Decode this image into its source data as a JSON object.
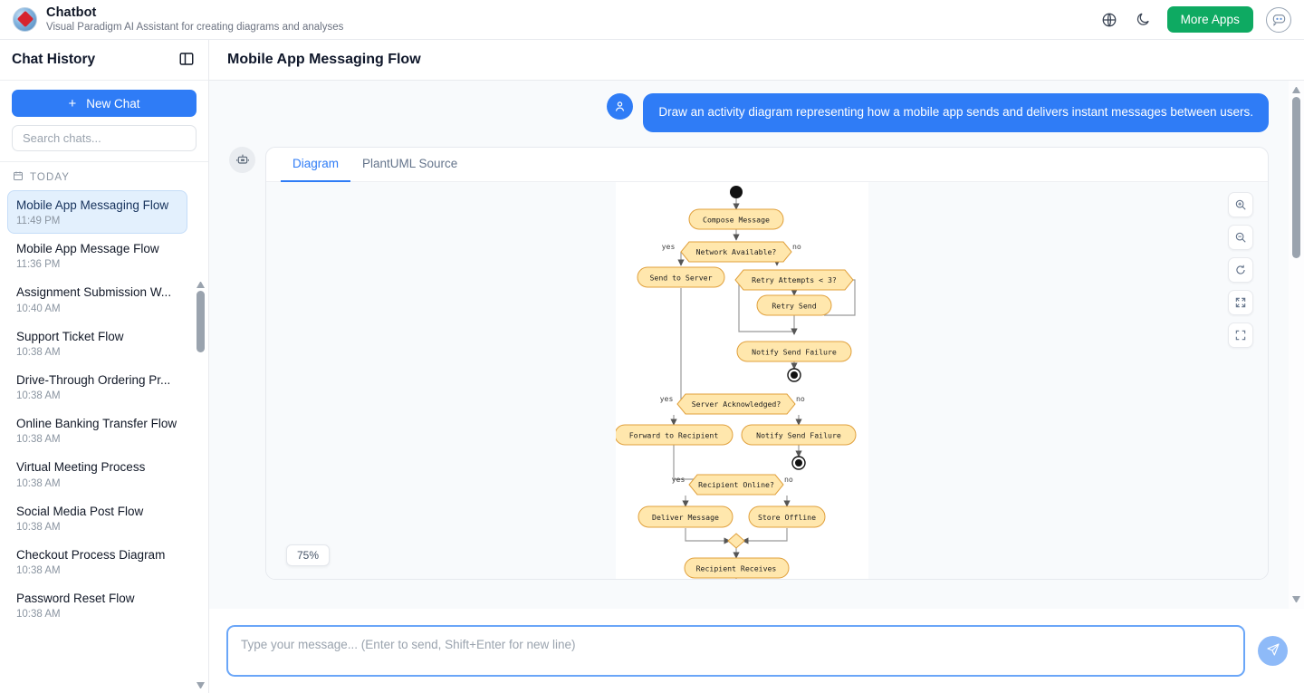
{
  "topbar": {
    "brand_title": "Chatbot",
    "brand_subtitle": "Visual Paradigm AI Assistant for creating diagrams and analyses",
    "logo_icon": "visual-paradigm-logo",
    "language_icon": "globe-icon",
    "theme_icon": "moon-icon",
    "more_apps_label": "More Apps",
    "avatar_icon": "chatbot-avatar-icon",
    "accent_green": "#0eaa62"
  },
  "sidebar": {
    "title": "Chat History",
    "toggle_icon": "panel-toggle-icon",
    "new_chat_label": "New Chat",
    "new_chat_icon": "plus-icon",
    "search_placeholder": "Search chats...",
    "search_value": "",
    "group_label": "TODAY",
    "group_icon": "calendar-icon",
    "accent_blue": "#2f7cf6",
    "items": [
      {
        "name": "Mobile App Messaging Flow",
        "time": "11:49 PM",
        "active": true
      },
      {
        "name": "Mobile App Message Flow",
        "time": "11:36 PM",
        "active": false
      },
      {
        "name": "Assignment Submission W...",
        "time": "10:40 AM",
        "active": false
      },
      {
        "name": "Support Ticket Flow",
        "time": "10:38 AM",
        "active": false
      },
      {
        "name": "Drive-Through Ordering Pr...",
        "time": "10:38 AM",
        "active": false
      },
      {
        "name": "Online Banking Transfer Flow",
        "time": "10:38 AM",
        "active": false
      },
      {
        "name": "Virtual Meeting Process",
        "time": "10:38 AM",
        "active": false
      },
      {
        "name": "Social Media Post Flow",
        "time": "10:38 AM",
        "active": false
      },
      {
        "name": "Checkout Process Diagram",
        "time": "10:38 AM",
        "active": false
      },
      {
        "name": "Password Reset Flow",
        "time": "10:38 AM",
        "active": false
      }
    ]
  },
  "main": {
    "title": "Mobile App Messaging Flow",
    "user_message": "Draw an activity diagram representing how a mobile app sends and delivers instant messages between users.",
    "user_avatar_icon": "user-icon",
    "bot_avatar_icon": "robot-icon",
    "tabs": [
      {
        "label": "Diagram",
        "active": true
      },
      {
        "label": "PlantUML Source",
        "active": false
      }
    ],
    "zoom_level": "75%",
    "tools": [
      {
        "icon": "zoom-in-icon",
        "name": "zoom-in-button"
      },
      {
        "icon": "zoom-out-icon",
        "name": "zoom-out-button"
      },
      {
        "icon": "reset-icon",
        "name": "reset-view-button"
      },
      {
        "icon": "fit-screen-icon",
        "name": "fit-to-screen-button"
      },
      {
        "icon": "fullscreen-icon",
        "name": "fullscreen-button"
      }
    ]
  },
  "composer": {
    "placeholder": "Type your message... (Enter to send, Shift+Enter for new line)",
    "value": "",
    "send_icon": "send-paper-plane-icon"
  },
  "diagram": {
    "type": "uml-activity-diagram",
    "node_fill": "#ffe7ad",
    "node_stroke": "#e0a03c",
    "line_color": "#999999",
    "nodes": [
      {
        "id": "start",
        "kind": "initial-node"
      },
      {
        "id": "compose",
        "kind": "action",
        "label": "Compose Message"
      },
      {
        "id": "net",
        "kind": "decision",
        "label": "Network Available?"
      },
      {
        "id": "send",
        "kind": "action",
        "label": "Send to Server"
      },
      {
        "id": "retry_q",
        "kind": "decision",
        "label": "Retry Attempts < 3?"
      },
      {
        "id": "retry",
        "kind": "action",
        "label": "Retry Send"
      },
      {
        "id": "fail1",
        "kind": "action",
        "label": "Notify Send Failure"
      },
      {
        "id": "end1",
        "kind": "final-node"
      },
      {
        "id": "ack",
        "kind": "decision",
        "label": "Server Acknowledged?"
      },
      {
        "id": "forward",
        "kind": "action",
        "label": "Forward to Recipient"
      },
      {
        "id": "fail2",
        "kind": "action",
        "label": "Notify Send Failure"
      },
      {
        "id": "end2",
        "kind": "final-node"
      },
      {
        "id": "online",
        "kind": "decision",
        "label": "Recipient Online?"
      },
      {
        "id": "deliver",
        "kind": "action",
        "label": "Deliver Message"
      },
      {
        "id": "store",
        "kind": "action",
        "label": "Store Offline"
      },
      {
        "id": "merge",
        "kind": "merge-node"
      },
      {
        "id": "receives",
        "kind": "action",
        "label": "Recipient Receives"
      }
    ],
    "guards": [
      {
        "id": "g_net_yes",
        "label": "yes"
      },
      {
        "id": "g_net_no",
        "label": "no"
      },
      {
        "id": "g_ack_yes",
        "label": "yes"
      },
      {
        "id": "g_ack_no",
        "label": "no"
      },
      {
        "id": "g_on_yes",
        "label": "yes"
      },
      {
        "id": "g_on_no",
        "label": "no"
      }
    ]
  }
}
